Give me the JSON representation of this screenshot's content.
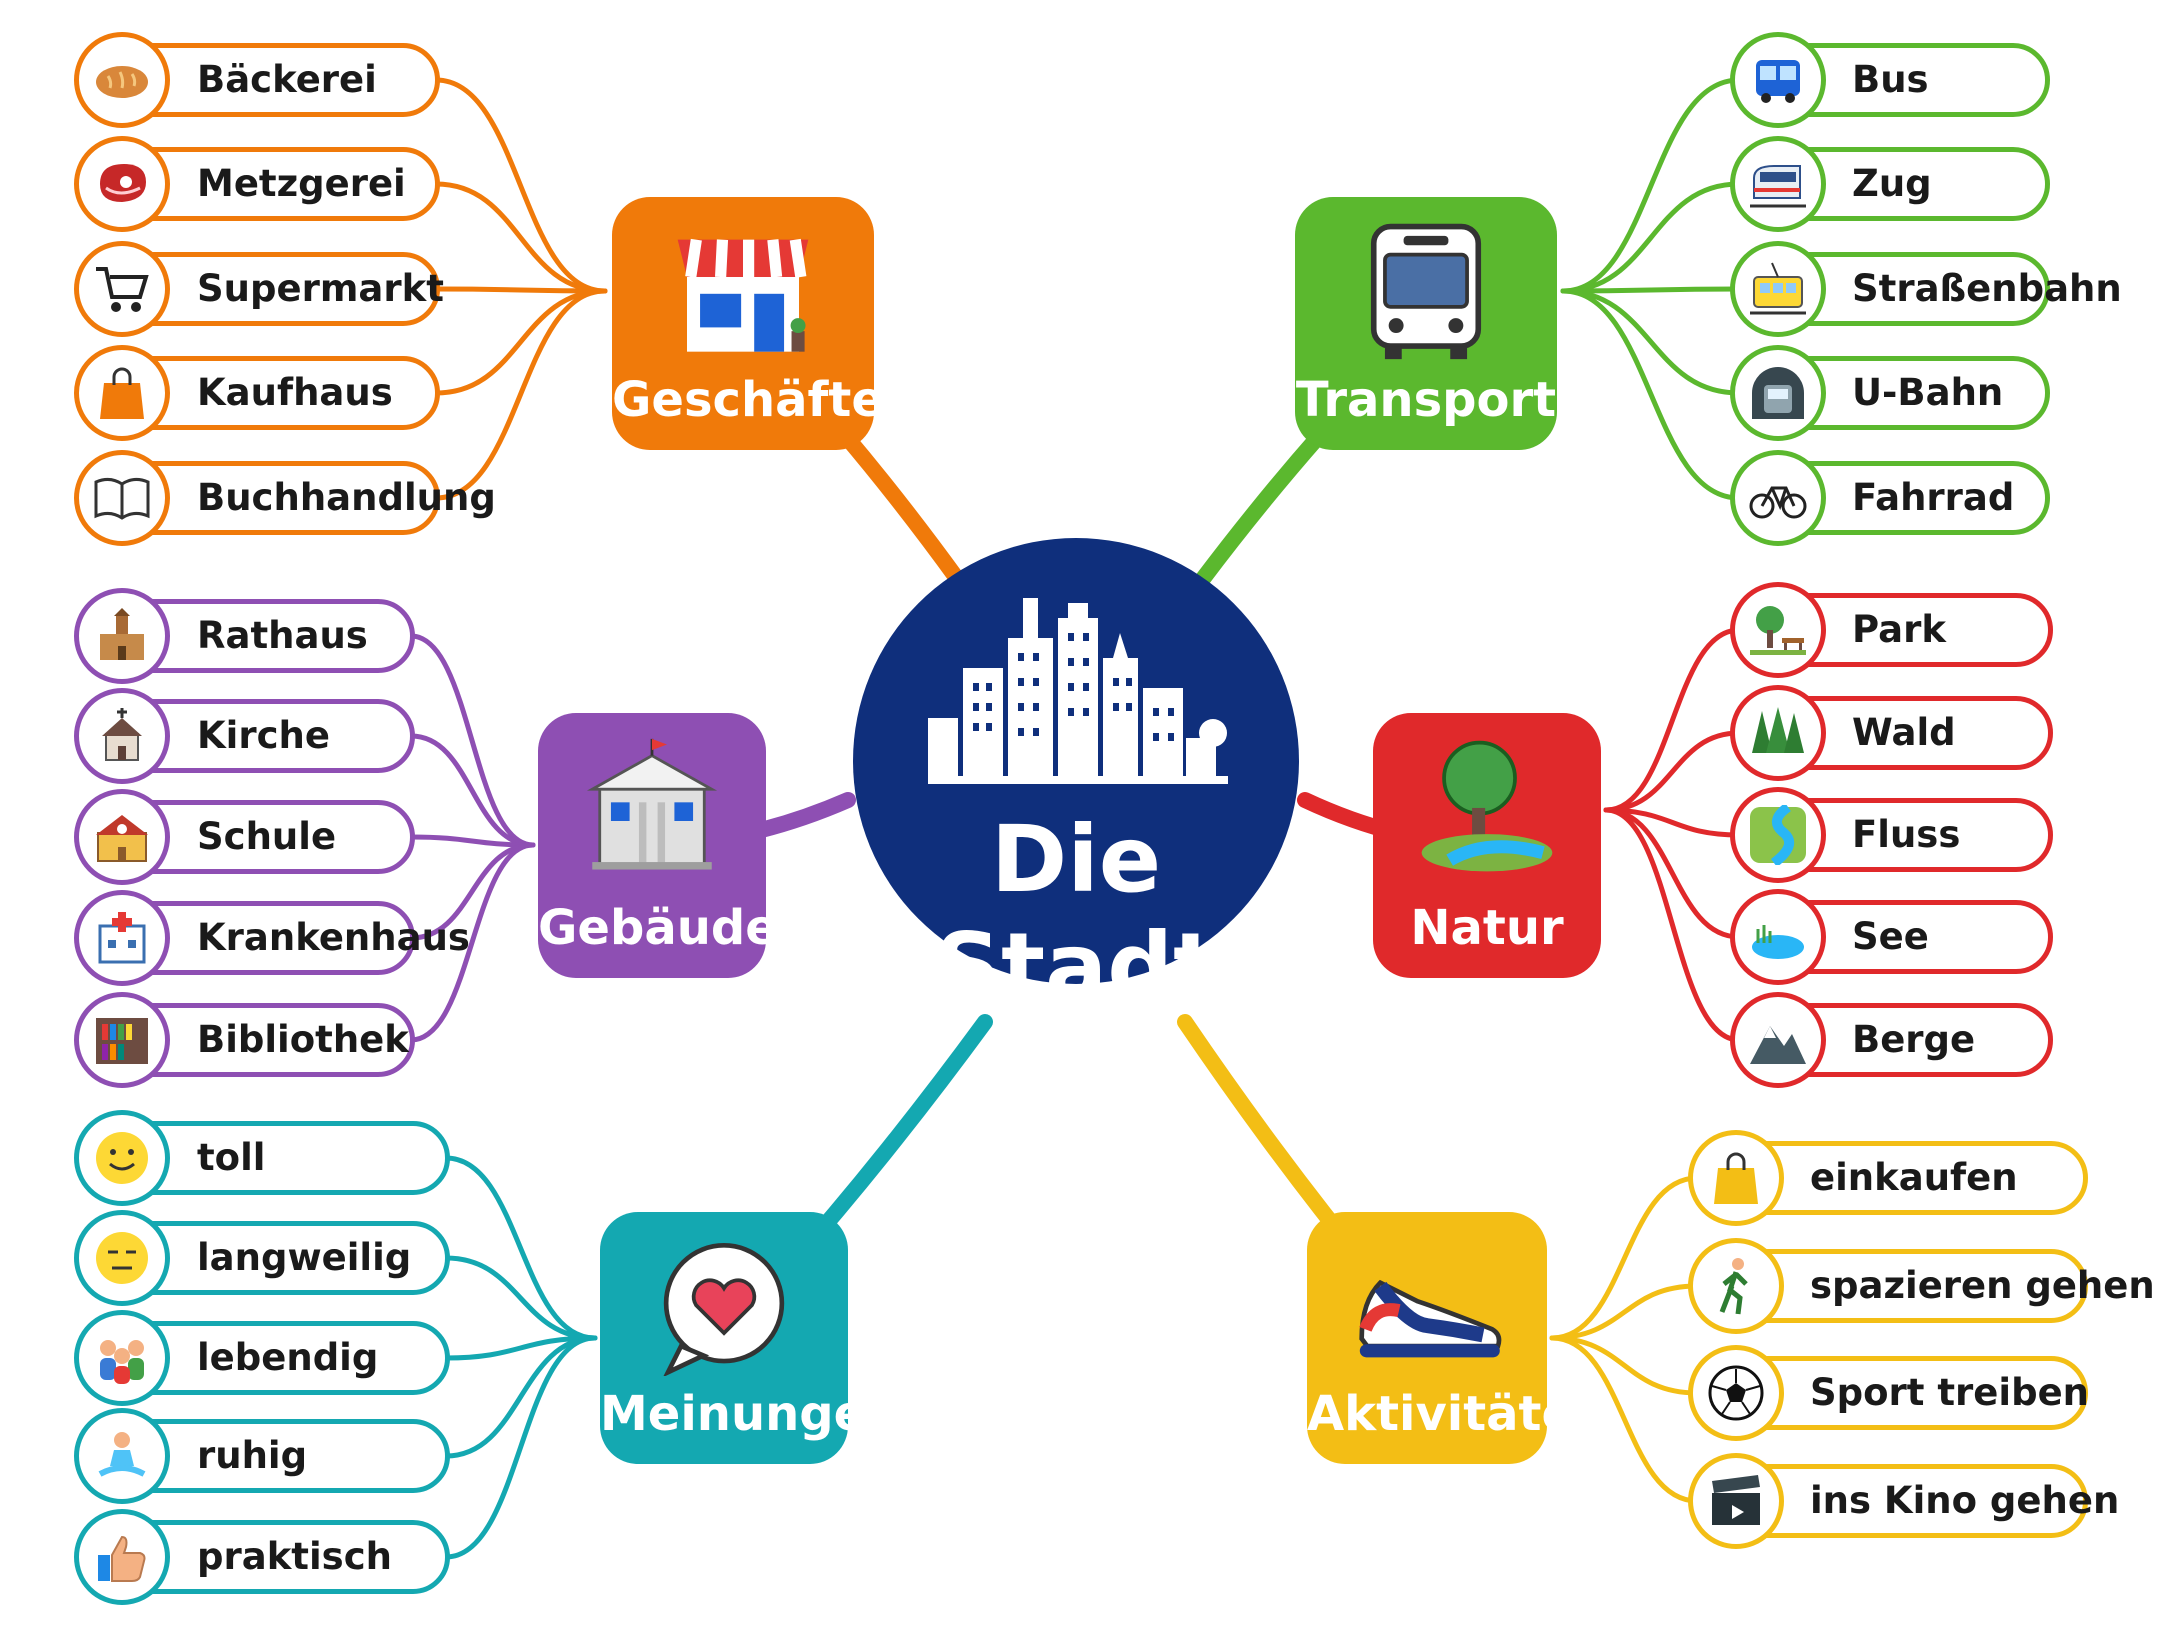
{
  "center": {
    "title": "Die Stadt",
    "icon": "city-skyline-icon",
    "color": "#0f2f7c"
  },
  "branches": [
    {
      "id": "geschaefte",
      "label": "Geschäfte",
      "color": "#f07a0a",
      "icon": "shop-icon",
      "items": [
        {
          "label": "Bäckerei",
          "icon": "bread-icon"
        },
        {
          "label": "Metzgerei",
          "icon": "meat-icon"
        },
        {
          "label": "Supermarkt",
          "icon": "cart-icon"
        },
        {
          "label": "Kaufhaus",
          "icon": "shopping-bag-icon"
        },
        {
          "label": "Buchhandlung",
          "icon": "book-icon"
        }
      ]
    },
    {
      "id": "gebaeude",
      "label": "Gebäude",
      "color": "#8e4fb3",
      "icon": "government-building-icon",
      "items": [
        {
          "label": "Rathaus",
          "icon": "town-hall-icon"
        },
        {
          "label": "Kirche",
          "icon": "church-icon"
        },
        {
          "label": "Schule",
          "icon": "school-icon"
        },
        {
          "label": "Krankenhaus",
          "icon": "hospital-icon"
        },
        {
          "label": "Bibliothek",
          "icon": "bookshelf-icon"
        }
      ]
    },
    {
      "id": "meinungen",
      "label": "Meinungen",
      "color": "#14a8b1",
      "icon": "heart-speech-bubble-icon",
      "items": [
        {
          "label": "toll",
          "icon": "smiley-icon"
        },
        {
          "label": "langweilig",
          "icon": "bored-face-icon"
        },
        {
          "label": "lebendig",
          "icon": "people-group-icon"
        },
        {
          "label": "ruhig",
          "icon": "meditation-icon"
        },
        {
          "label": "praktisch",
          "icon": "thumbs-up-icon"
        }
      ]
    },
    {
      "id": "transport",
      "label": "Transport",
      "color": "#5bb82e",
      "icon": "bus-front-icon",
      "items": [
        {
          "label": "Bus",
          "icon": "bus-icon"
        },
        {
          "label": "Zug",
          "icon": "train-icon"
        },
        {
          "label": "Straßenbahn",
          "icon": "tram-icon"
        },
        {
          "label": "U-Bahn",
          "icon": "subway-icon"
        },
        {
          "label": "Fahrrad",
          "icon": "bicycle-icon"
        }
      ]
    },
    {
      "id": "natur",
      "label": "Natur",
      "color": "#e0292b",
      "icon": "tree-river-icon",
      "items": [
        {
          "label": "Park",
          "icon": "park-icon"
        },
        {
          "label": "Wald",
          "icon": "forest-icon"
        },
        {
          "label": "Fluss",
          "icon": "river-icon"
        },
        {
          "label": "See",
          "icon": "lake-icon"
        },
        {
          "label": "Berge",
          "icon": "mountain-icon"
        }
      ]
    },
    {
      "id": "aktivitaeten",
      "label": "Aktivitäten",
      "color": "#f3be15",
      "icon": "sneaker-icon",
      "items": [
        {
          "label": "einkaufen",
          "icon": "shopping-bag-icon"
        },
        {
          "label": "spazieren gehen",
          "icon": "walking-person-icon"
        },
        {
          "label": "Sport treiben",
          "icon": "soccer-ball-icon"
        },
        {
          "label": "ins Kino gehen",
          "icon": "clapperboard-icon"
        }
      ]
    }
  ]
}
